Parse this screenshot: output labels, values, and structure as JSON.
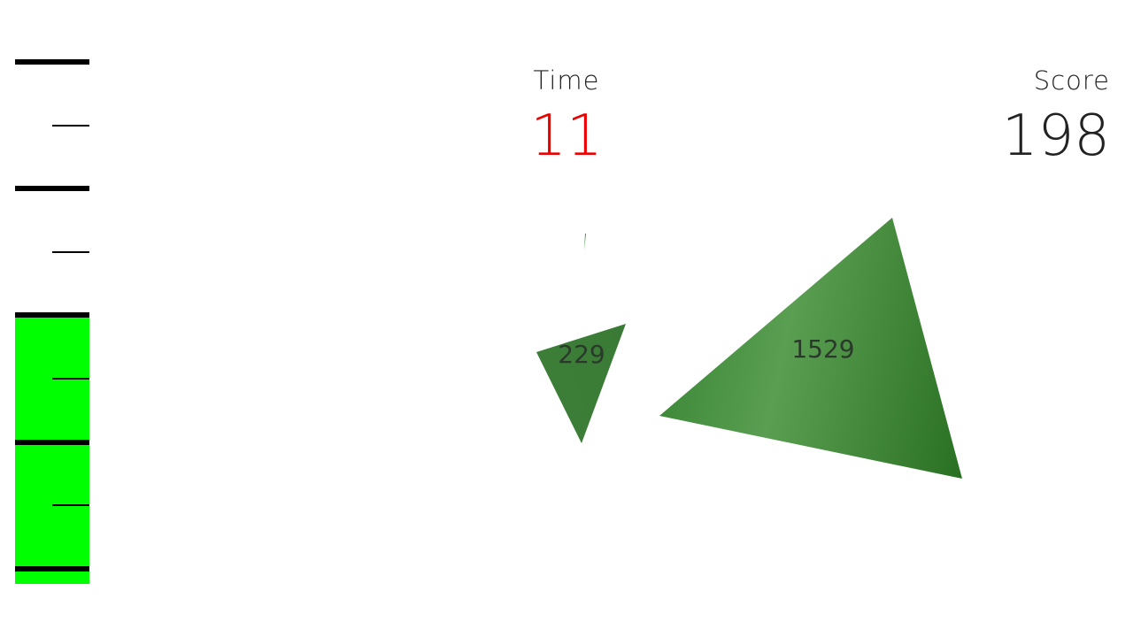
{
  "hud": {
    "time_label": "Time",
    "time_value": "11",
    "score_label": "Score",
    "score_value": "198"
  },
  "gauge": {
    "level_percent": 51,
    "fill_color": "#00ff00",
    "ticks": [
      "major",
      "minor",
      "major",
      "minor",
      "major",
      "minor",
      "major",
      "minor",
      "major"
    ]
  },
  "shapes": [
    {
      "name": "triangle-small",
      "label": "229",
      "color": "#3f7d3a"
    },
    {
      "name": "triangle-large",
      "label": "1529",
      "color": "#3f8a3a"
    },
    {
      "name": "sliver",
      "label": "",
      "color": "#3f8a3a"
    }
  ],
  "colors": {
    "background": "#ffffff",
    "time_value": "#ee0000",
    "text": "#222222",
    "gauge_fill": "#00ff00",
    "tick": "#000000"
  }
}
